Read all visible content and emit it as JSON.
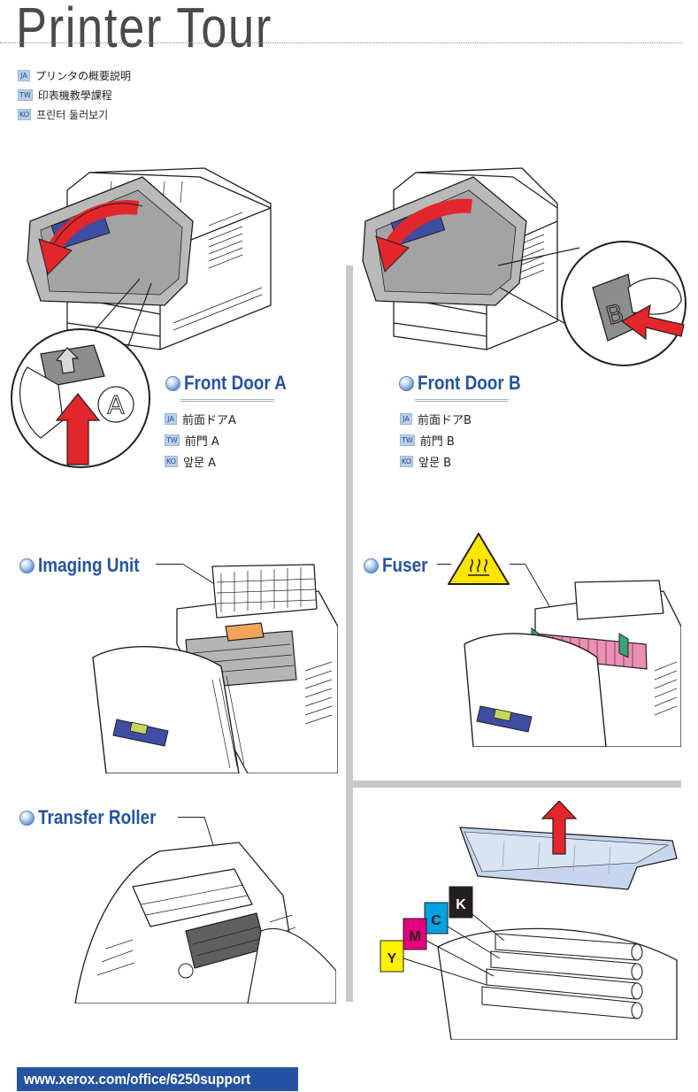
{
  "page": {
    "title": "Printer Tour",
    "title_translations": [
      {
        "lang": "JA",
        "text": "プリンタの概要説明"
      },
      {
        "lang": "TW",
        "text": "印表機教學課程"
      },
      {
        "lang": "KO",
        "text": "프린터 둘러보기"
      }
    ]
  },
  "sections": {
    "front_door_a": {
      "title": "Front Door A",
      "letter": "A",
      "translations": [
        {
          "lang": "JA",
          "text": "前面ドアA"
        },
        {
          "lang": "TW",
          "text": "前門 A"
        },
        {
          "lang": "KO",
          "text": "앞문 A"
        }
      ]
    },
    "front_door_b": {
      "title": "Front Door B",
      "letter": "B",
      "translations": [
        {
          "lang": "JA",
          "text": "前面ドアB"
        },
        {
          "lang": "TW",
          "text": "前門 B"
        },
        {
          "lang": "KO",
          "text": "앞문 B"
        }
      ]
    },
    "imaging_unit": {
      "title": "Imaging Unit"
    },
    "fuser": {
      "title": "Fuser"
    },
    "transfer_roller": {
      "title": "Transfer Roller"
    },
    "toner": {
      "labels": [
        "K",
        "C",
        "M",
        "Y"
      ]
    }
  },
  "colors": {
    "accent": "#2553a3",
    "toner_k": "#231f20",
    "toner_c": "#00a3e0",
    "toner_m": "#e4007f",
    "toner_y": "#fff200",
    "arrow_red": "#e3262b",
    "warning_yellow": "#ffe600"
  },
  "footer": {
    "url": "www.xerox.com/office/6250support"
  }
}
